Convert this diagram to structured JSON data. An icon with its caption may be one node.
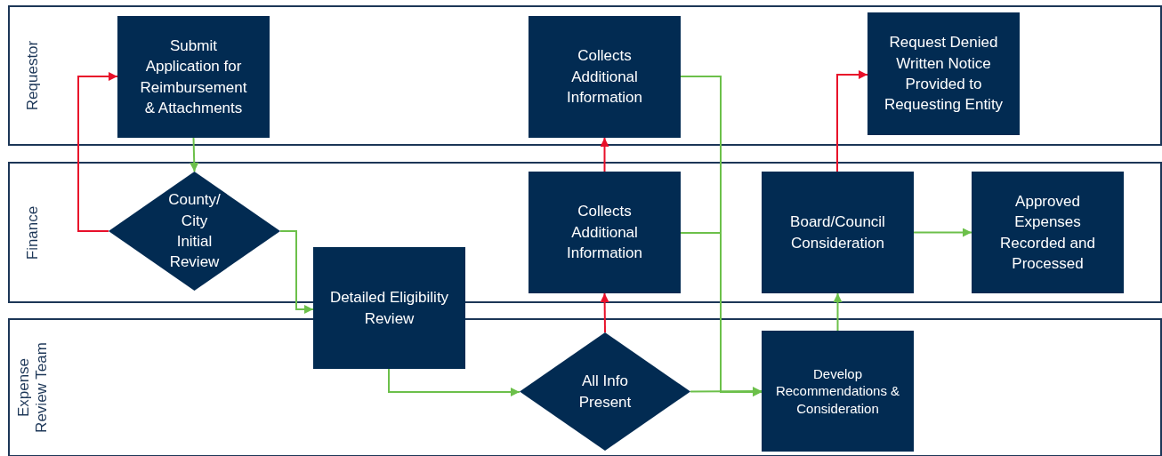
{
  "diagram": {
    "nodes": [
      {
        "text": [
          "Requestor"
        ]
      },
      {
        "text": [
          "Finance"
        ]
      },
      {
        "text": [
          "Expense Review Team"
        ]
      },
      {
        "text": [
          "Submit Application for Reimbursement & Attachments"
        ],
        "in": 0
      },
      {
        "text": [
          "Collects Additional Information"
        ],
        "in": 0
      },
      {
        "text": [
          "Request Denied Written Notice Provided to Requesting Entity"
        ],
        "in": 0
      },
      {
        "text": [
          "County/ City Initial Review"
        ],
        "in": 1
      },
      {
        "text": [
          "Collects Additional Information"
        ],
        "in": 1
      },
      {
        "text": [
          "Board/Council Consideration"
        ],
        "in": 1
      },
      {
        "text": [
          "Approved Expenses Recorded and Processed"
        ],
        "in": 1
      },
      {
        "text": [
          "Detailed Eligibility Review"
        ]
      },
      {
        "text": [
          "All Info Present"
        ],
        "in": 2
      },
      {
        "text": [
          "Develop Recommendations & Consideration"
        ],
        "in": 2
      }
    ],
    "edges": [
      {
        "from": 3,
        "to": 6,
        "arrow": "to"
      },
      {
        "from": 6,
        "to": 3,
        "arrow": "to",
        "color": "#e8102a"
      },
      {
        "from": 6,
        "to": 10,
        "arrow": "to"
      },
      {
        "from": 10,
        "to": 11,
        "arrow": "to"
      },
      {
        "from": 11,
        "to": 7,
        "arrow": "to",
        "color": "#e8102a"
      },
      {
        "from": 7,
        "to": 4,
        "arrow": "to",
        "color": "#e8102a"
      },
      {
        "from": 4,
        "to": 12,
        "arrow": "to"
      },
      {
        "from": 7,
        "to": 12,
        "arrow": "to"
      },
      {
        "from": 11,
        "to": 12,
        "arrow": "to"
      },
      {
        "from": 12,
        "to": 8,
        "arrow": "to"
      },
      {
        "from": 8,
        "to": 5,
        "arrow": "to",
        "color": "#e8102a"
      },
      {
        "from": 8,
        "to": 9,
        "arrow": "to"
      }
    ]
  }
}
